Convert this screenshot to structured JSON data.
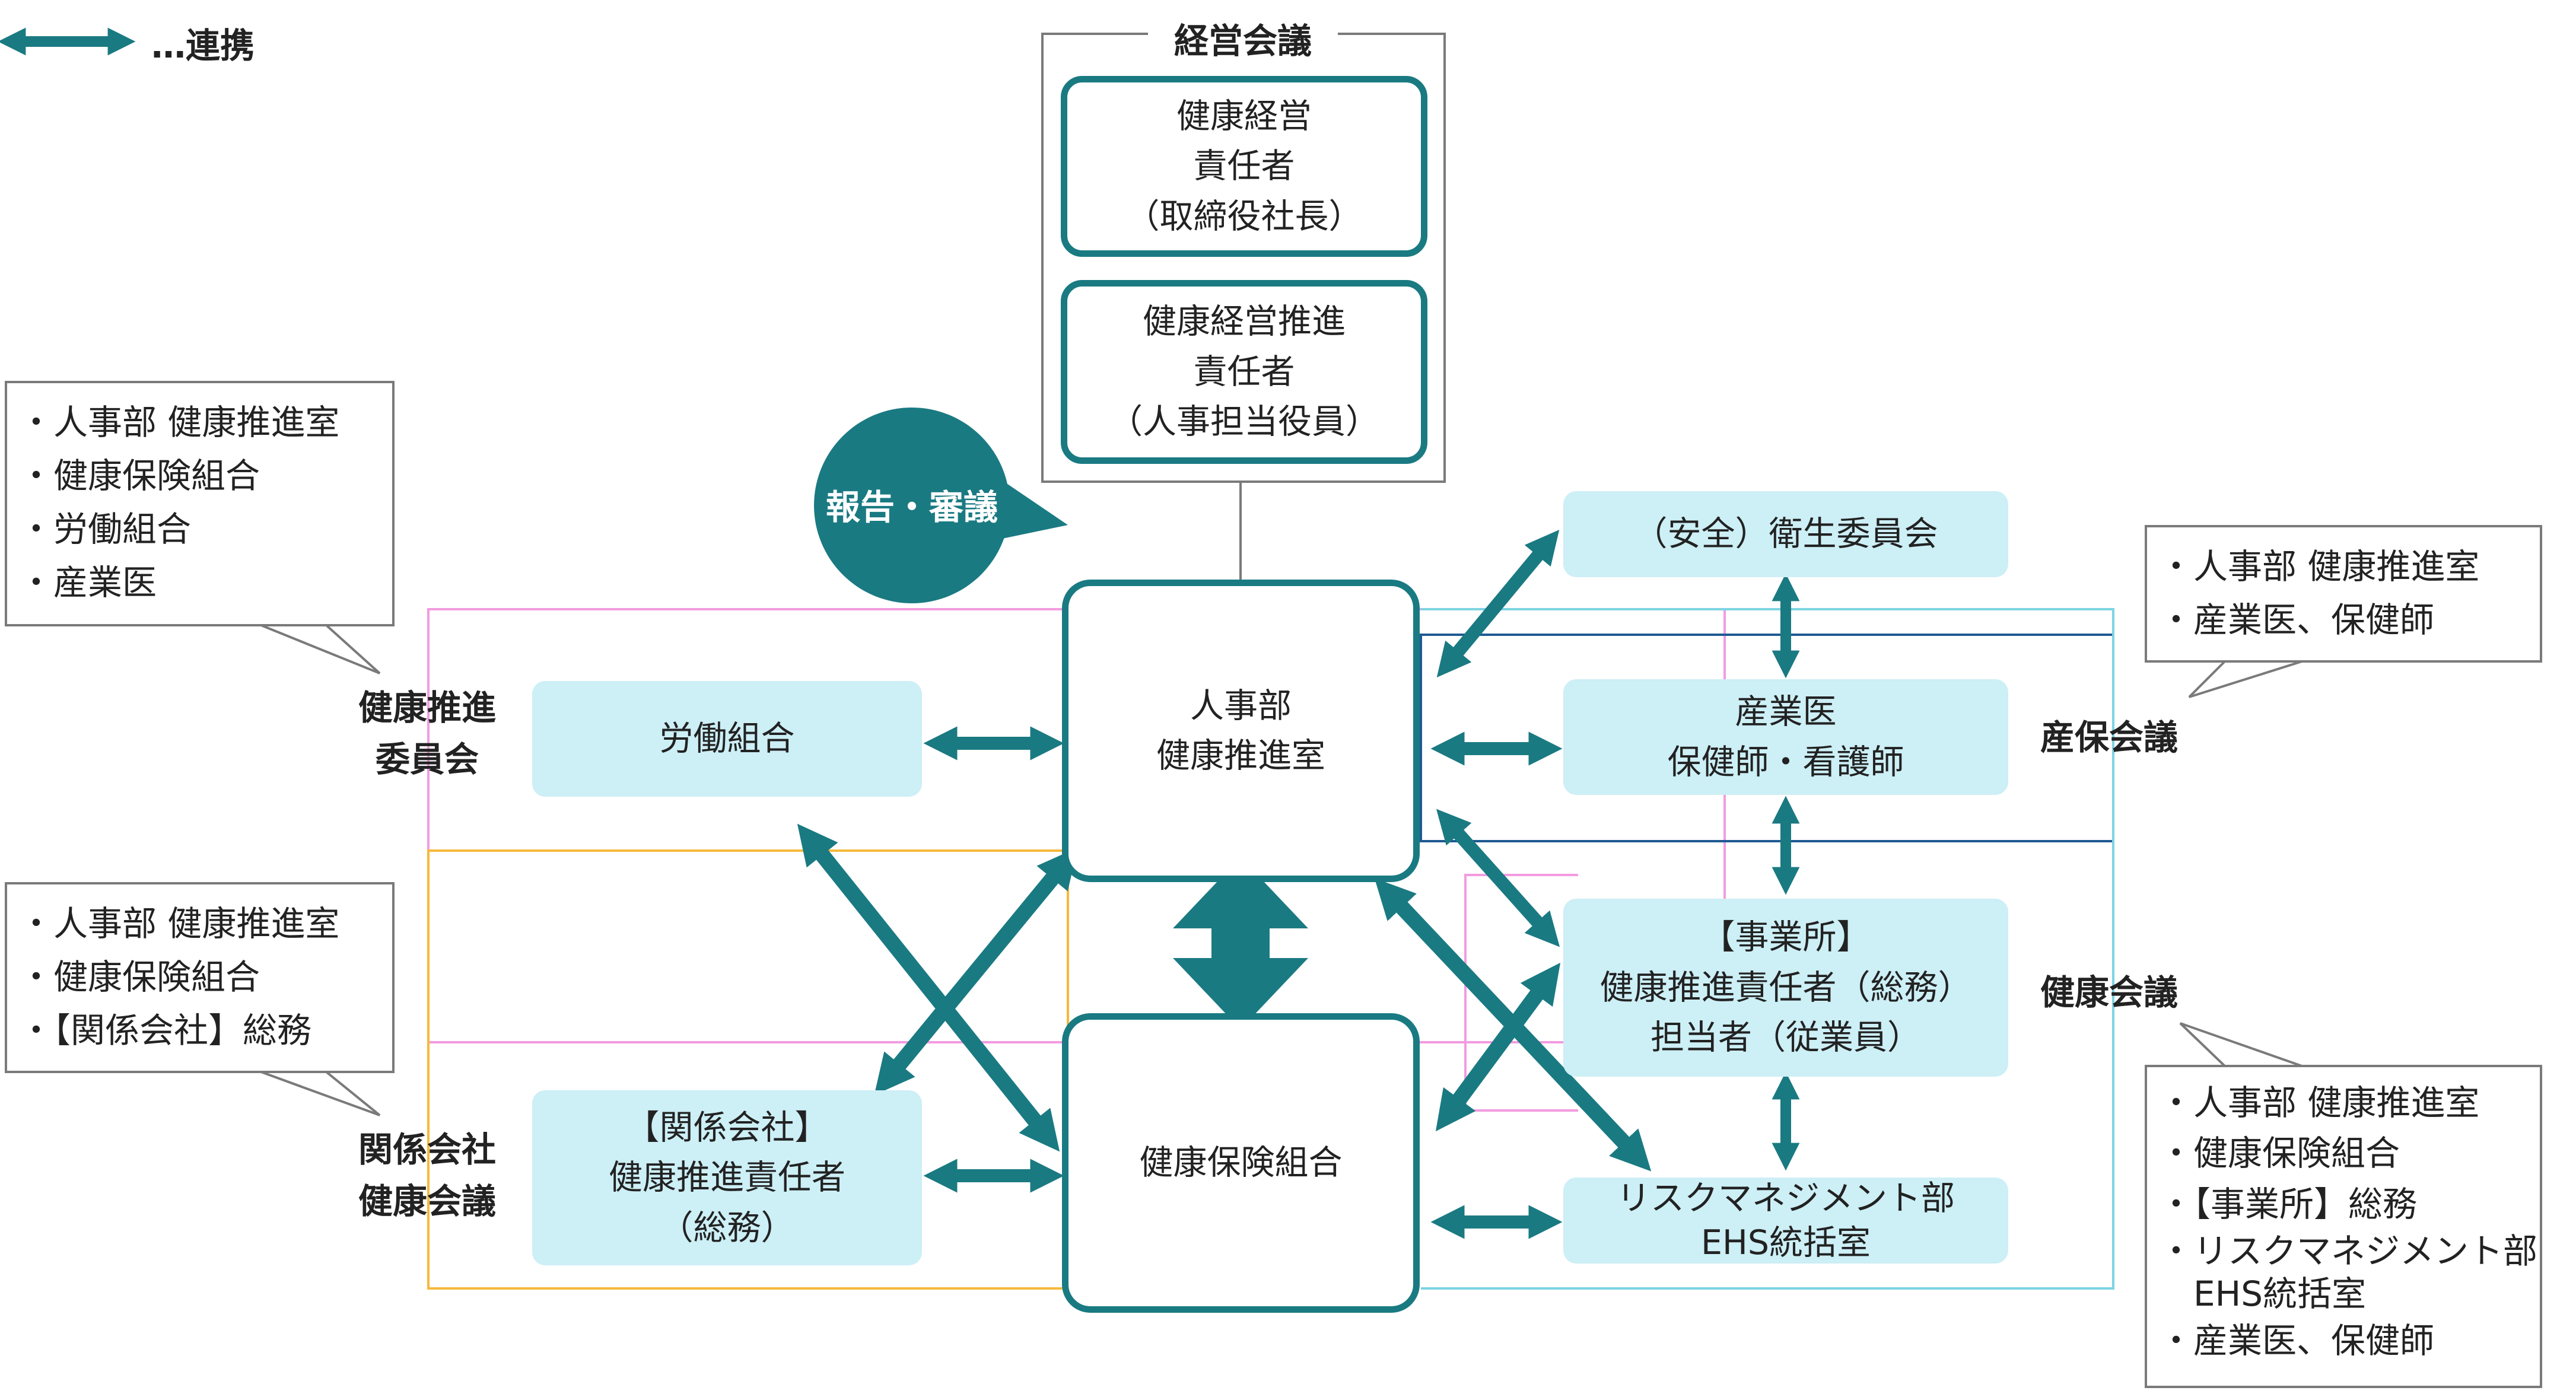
{
  "legend": {
    "text": "…連携"
  },
  "management_meeting": {
    "title": "経営会議",
    "ceo_box": [
      "健康経営",
      "責任者",
      "（取締役社長）"
    ],
    "promoter_box": [
      "健康経営推進",
      "責任者",
      "（人事担当役員）"
    ]
  },
  "report_bubble": "報告・審議",
  "hr": [
    "人事部",
    "健康推進室"
  ],
  "insurance": "健康保険組合",
  "union": "労働組合",
  "affiliate": [
    "【関係会社】",
    "健康推進責任者",
    "（総務）"
  ],
  "safety_committee": "（安全）衛生委員会",
  "physician": [
    "産業医",
    "保健師・看護師"
  ],
  "office": [
    "【事業所】",
    "健康推進責任者（総務）",
    "担当者（従業員）"
  ],
  "risk": [
    "リスクマネジメント部",
    "EHS統括室"
  ],
  "labels": {
    "health_committee": [
      "健康推進",
      "委員会"
    ],
    "affiliate_meeting": [
      "関係会社",
      "健康会議"
    ],
    "sanpo_meeting": "産保会議",
    "health_meeting": "健康会議"
  },
  "notes": {
    "health_committee": [
      "・人事部 健康推進室",
      "・健康保険組合",
      "・労働組合",
      "・産業医"
    ],
    "affiliate_meeting": [
      "・人事部 健康推進室",
      "・健康保険組合",
      "・【関係会社】総務"
    ],
    "sanpo_meeting": [
      "・人事部 健康推進室",
      "・産業医、保健師"
    ],
    "health_meeting": [
      "・人事部 健康推進室",
      "・健康保険組合",
      "・【事業所】総務",
      "・リスクマネジメント部",
      "　EHS統括室",
      "・産業医、保健師"
    ]
  },
  "colors": {
    "teal": "#1a7a82",
    "light_box": "#cdeff6",
    "pink": "#f39be0",
    "orange": "#f5b93a",
    "navy": "#1f5a92",
    "cyan": "#7dd3e2",
    "gray": "#7a7a7a"
  }
}
